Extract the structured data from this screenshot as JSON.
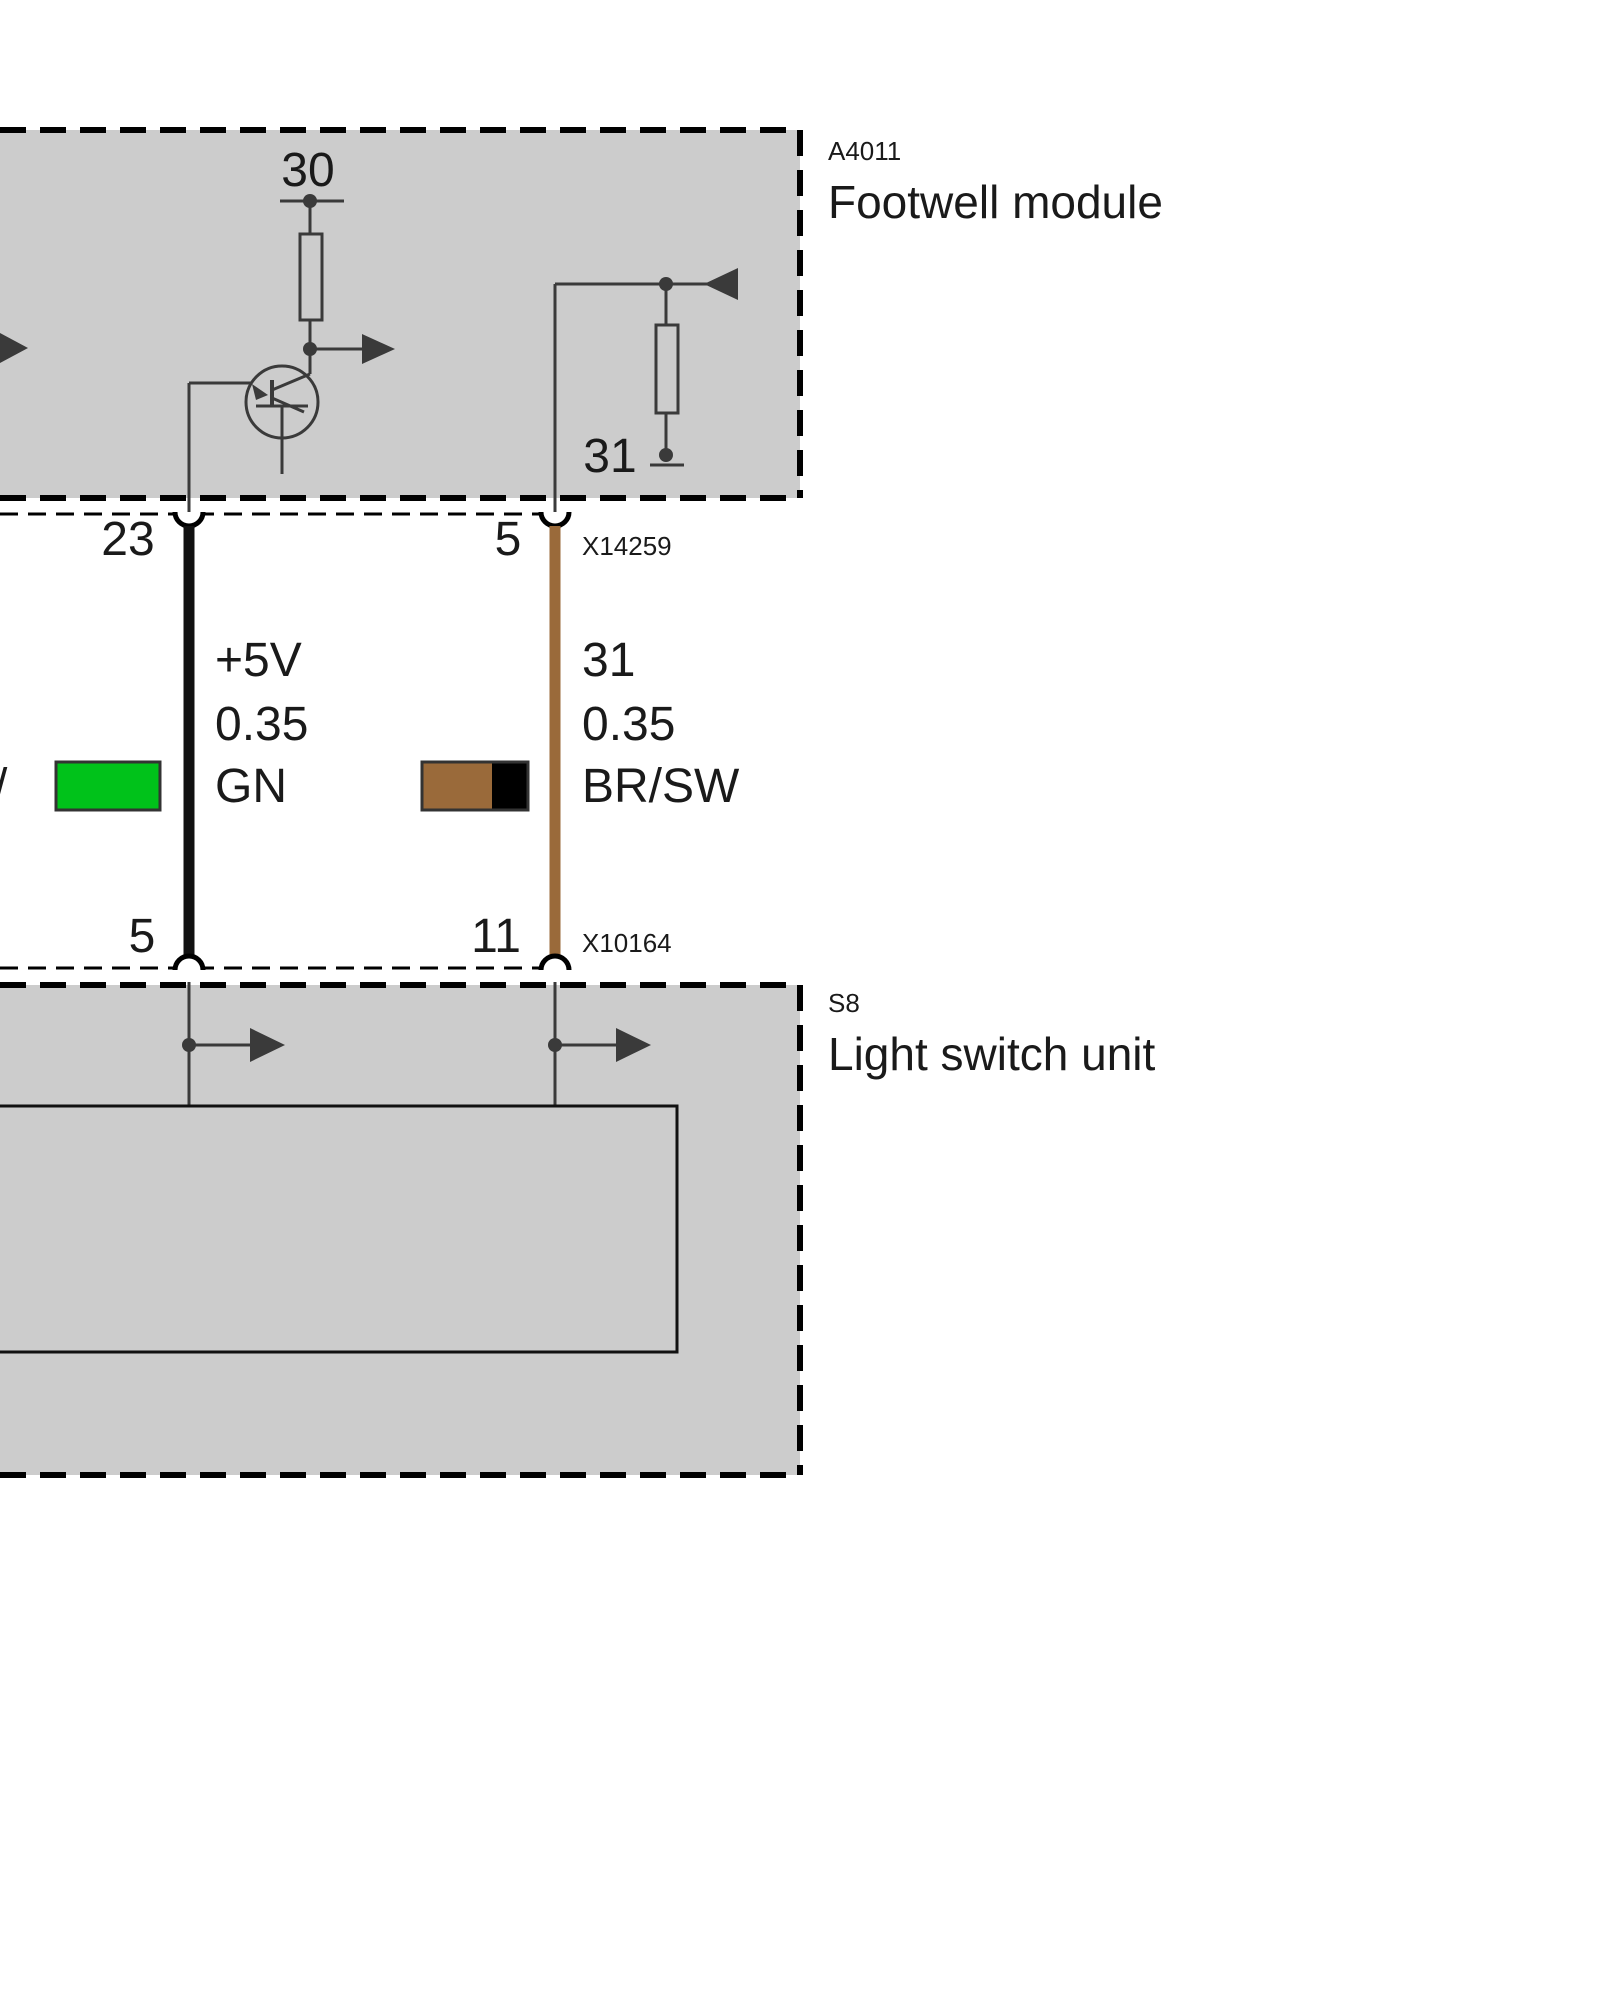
{
  "modules": {
    "footwell": {
      "code": "A4011",
      "name": "Footwell module",
      "supply_terminal": "30",
      "ground_terminal": "31"
    },
    "light_switch": {
      "code": "S8",
      "name": "Light switch unit"
    }
  },
  "connectors": {
    "top": {
      "id": "X14259",
      "pins": [
        "23",
        "5"
      ]
    },
    "bottom": {
      "id": "X10164",
      "pins": [
        "5",
        "11"
      ]
    }
  },
  "wires": [
    {
      "signal": "+5V",
      "cross_section": "0.35",
      "color_code": "GN",
      "swatch_colors": [
        "#00c21a"
      ],
      "line_color": "#111111"
    },
    {
      "signal": "31",
      "cross_section": "0.35",
      "color_code": "BR/SW",
      "swatch_colors": [
        "#9a6a3a",
        "#000000"
      ],
      "line_color": "#9a6a3a"
    }
  ],
  "left_cut_text": "/"
}
